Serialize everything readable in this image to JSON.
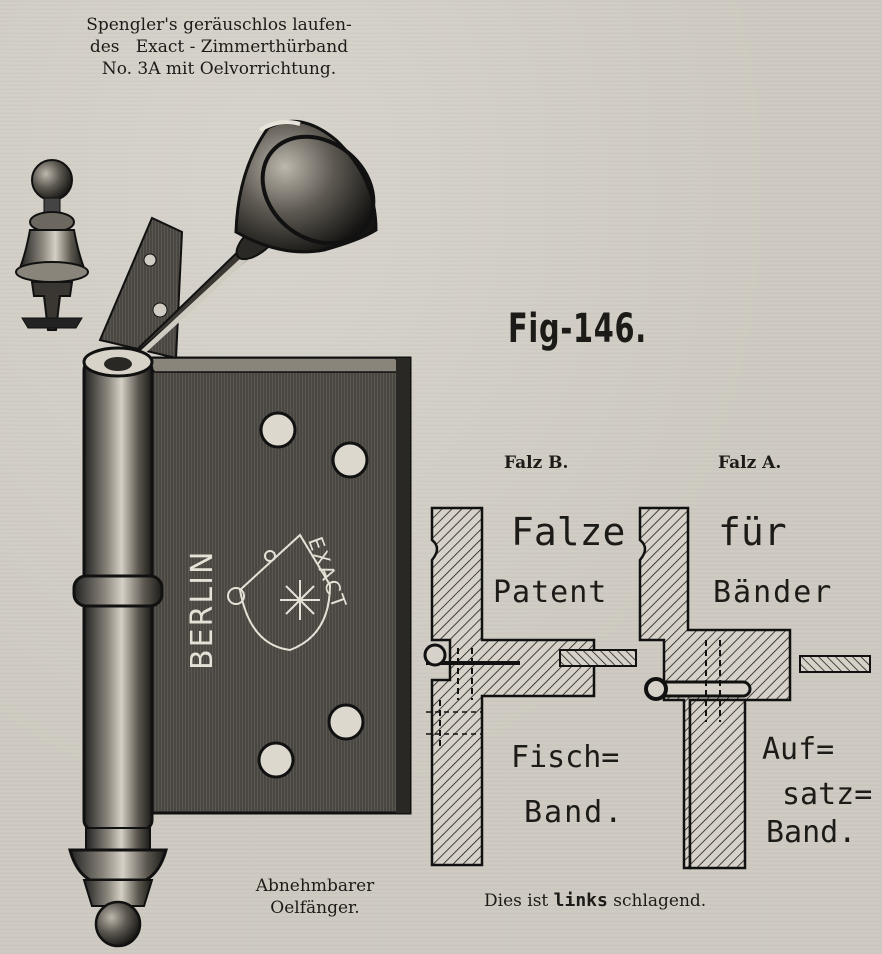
{
  "caption": {
    "line1": "Spengler's geräuschlos laufen-",
    "line2": "des   Exact - Zimmerthürband",
    "line3": "No. 3A mit Oelvorrichtung."
  },
  "figure_label": "Fig-146.",
  "hinge": {
    "engraving_city": "BERLIN",
    "engraving_mark": "EXACT"
  },
  "oil_catcher": {
    "line1": "Abnehmbarer",
    "line2": "Oelfänger."
  },
  "diagram": {
    "falz_b": "Falz B.",
    "falz_a": "Falz A.",
    "heading_left_1": "Falze",
    "heading_right_1": "für",
    "heading_left_2": "Patent",
    "heading_right_2": "Bänder",
    "left_type_1": "Fisch=",
    "left_type_2": "Band.",
    "right_type_1": "Auf=",
    "right_type_2": "satz=",
    "right_type_3": "Band.",
    "footer_prefix": "Dies ist ",
    "footer_bold": "links",
    "footer_suffix": " schlagend."
  },
  "colors": {
    "ink": "#1d1b18",
    "paper": "#cfcbc2"
  }
}
